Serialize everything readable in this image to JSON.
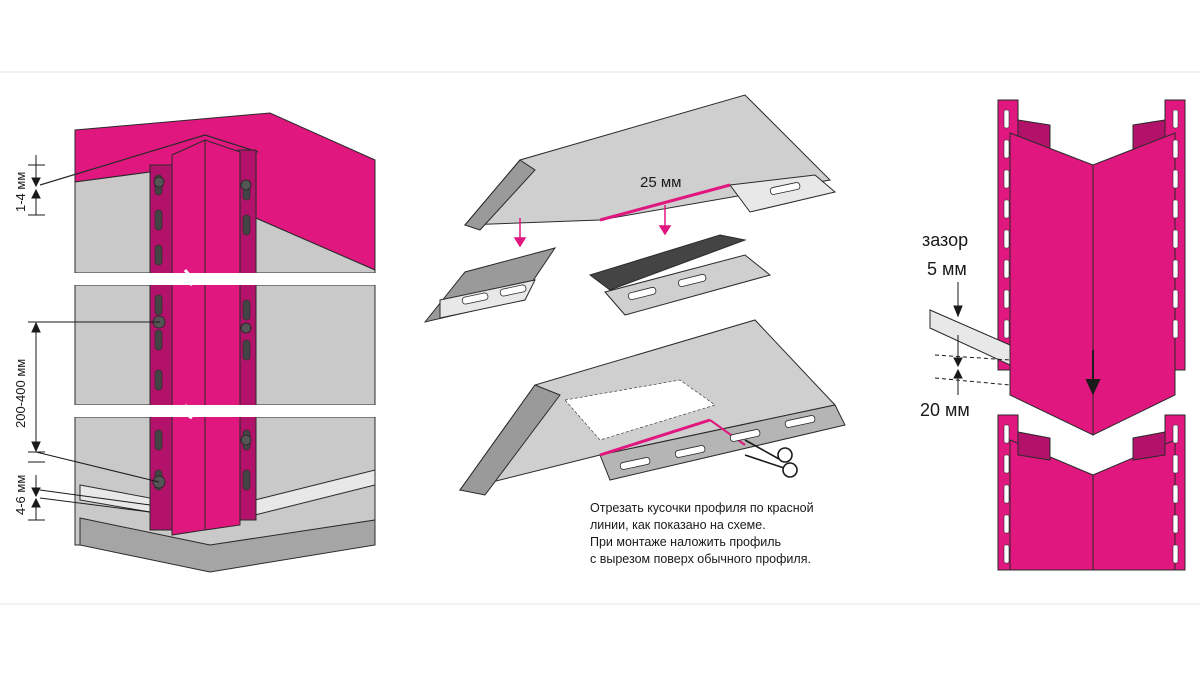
{
  "colors": {
    "magenta": "#e0177f",
    "gray_light": "#cfcfcf",
    "gray_mid": "#9a9a9a",
    "gray_dark": "#555555",
    "outline": "#2a2a2a",
    "white": "#ffffff"
  },
  "left_panel": {
    "gap_top_label": "1-4 мм",
    "spacing_label": "200-400 мм",
    "gap_bottom_label": "4-6 мм"
  },
  "middle_panel": {
    "cut_label": "25 мм",
    "instructions": [
      "Отрезать кусочки профиля по красной",
      "линии, как показано на схеме.",
      "При монтаже наложить профиль",
      "с вырезом поверх обычного профиля."
    ],
    "scissors_icon": "scissors-icon"
  },
  "right_panel": {
    "gap_title": "зазор",
    "gap_value": "5 мм",
    "overlap_value": "20 мм"
  }
}
